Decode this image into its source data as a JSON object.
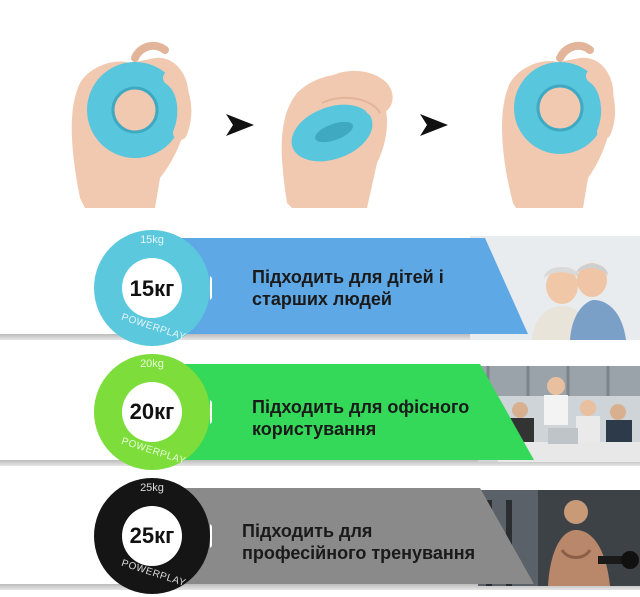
{
  "steps": [
    {
      "name": "hand-holding-ring"
    },
    {
      "name": "hand-squeezing-ring"
    },
    {
      "name": "hand-holding-ring"
    }
  ],
  "arrows": [
    "arrow-right-icon",
    "arrow-right-icon"
  ],
  "rows": [
    {
      "ring_color": "#5bc8dd",
      "ring_weight": "15kg",
      "center_label": "15кг",
      "brand": "POWERPLAY",
      "band_color": "#5fa8e6",
      "text_line1": "Підходить для дітей і",
      "text_line2": "старших людей",
      "photo": "elderly-couple-photo"
    },
    {
      "ring_color": "#7ddd3a",
      "ring_weight": "20kg",
      "center_label": "20кг",
      "brand": "POWERPLAY",
      "band_color": "#35d95a",
      "text_line1": "Підходить для офісного",
      "text_line2": "користування",
      "photo": "office-team-photo"
    },
    {
      "ring_color": "#151515",
      "ring_weight": "25kg",
      "center_label": "25кг",
      "brand": "POWERPLAY",
      "band_color": "#8a8a8a",
      "text_line1": "Підходить для",
      "text_line2": "професійного тренування",
      "photo": "gym-athlete-photo"
    }
  ]
}
